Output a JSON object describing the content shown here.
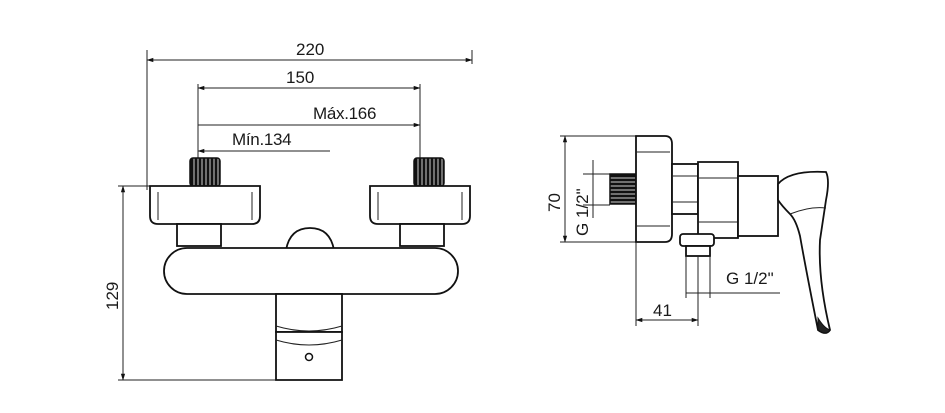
{
  "front_view": {
    "dim_width": "220",
    "dim_centers": "150",
    "dim_max": "Máx.166",
    "dim_min": "Mín.134",
    "dim_height": "129"
  },
  "side_view": {
    "dim_depth": "70",
    "thread_inlet": "G 1/2\"",
    "thread_outlet": "G 1/2\"",
    "dim_offset": "41"
  },
  "colors": {
    "line": "#111111",
    "background": "#ffffff"
  }
}
